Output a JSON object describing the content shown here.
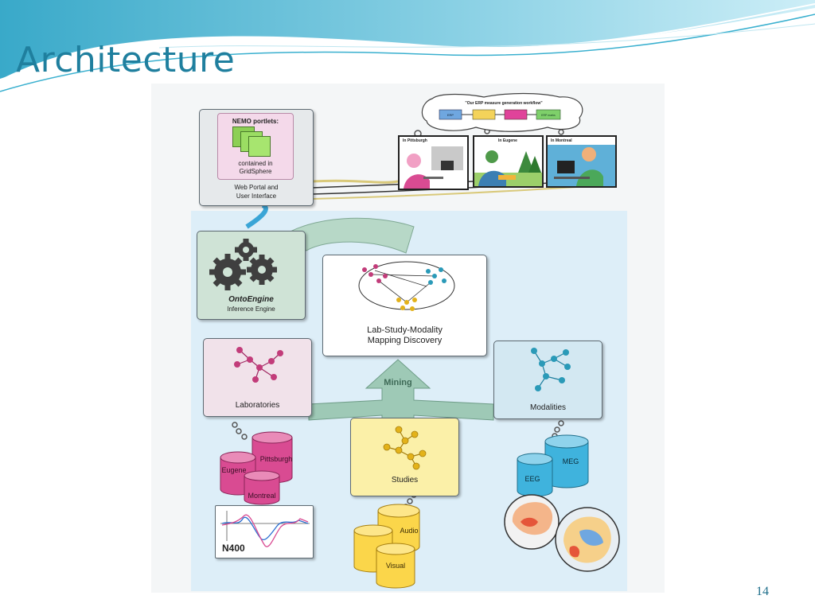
{
  "slide": {
    "title": "Architecture",
    "page_number": "14"
  },
  "colors": {
    "title": "#1f7f9e",
    "accent_wave": "#3ab0cf",
    "mining_arrow": "#9ec9b6"
  },
  "diagram": {
    "web_portal": {
      "inner_title": "NEMO portlets:",
      "inner_note_line1": "contained in",
      "inner_note_line2": "GridSphere",
      "caption_line1": "Web Portal and",
      "caption_line2": "User Interface"
    },
    "thought_bubble": {
      "text": "\"Our ERP measure generation workflow\"",
      "step1": "ERP",
      "step4": "ERP marks"
    },
    "sites": [
      {
        "label": "In Pittsburgh"
      },
      {
        "label": "In Eugene"
      },
      {
        "label": "In Montreal"
      }
    ],
    "onto_engine": {
      "name": "OntoEngine",
      "subtitle": "Inference Engine"
    },
    "mapping": {
      "line1": "Lab-Study-Modality",
      "line2": "Mapping Discovery"
    },
    "mining_label": "Mining",
    "laboratories": {
      "label": "Laboratories",
      "dbs": [
        "Pittsburgh",
        "Eugene",
        "Montreal"
      ]
    },
    "studies": {
      "label": "Studies",
      "dbs": [
        "Audio",
        "Visual"
      ]
    },
    "modalities": {
      "label": "Modalities",
      "dbs": [
        "MEG",
        "EEG"
      ]
    },
    "waveform_label": "N400"
  }
}
